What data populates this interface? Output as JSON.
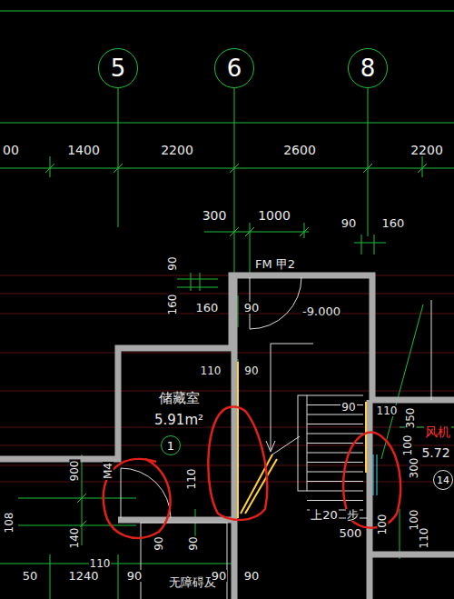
{
  "diagram": {
    "nodes": [
      {
        "text": [
          "5"
        ]
      },
      {
        "text": [
          "6"
        ]
      },
      {
        "text": [
          "8"
        ]
      },
      {
        "text": [
          "1"
        ]
      },
      {
        "text": [
          "14"
        ]
      }
    ],
    "labels": [
      "00",
      "1400",
      "2200",
      "2600",
      "2200",
      "300",
      "1000",
      "90",
      "160",
      "FM 甲2",
      "90",
      "160",
      "160",
      "90",
      "-9.000",
      "110",
      "90",
      "储藏室",
      "5.91m²",
      "90",
      "110",
      "350",
      "风机",
      "5.72",
      "100",
      "300",
      "900",
      "M4",
      "110",
      "上20",
      "步",
      "500",
      "100",
      "100",
      "110",
      "108",
      "140",
      "50",
      "1240",
      "110",
      "90",
      "无障碍及",
      "90",
      "90",
      "90",
      "90"
    ]
  }
}
